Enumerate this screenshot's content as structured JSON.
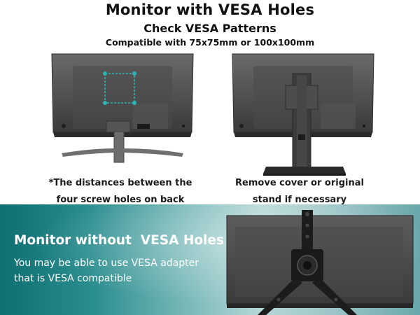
{
  "header": {
    "title": "Monitor with VESA Holes",
    "subtitle": "Check VESA Patterns",
    "compatibility": "Compatible with 75x75mm or 100x100mm"
  },
  "left_monitor": {
    "caption_line1": "*The distances between the",
    "caption_line2": "four screw holes on back"
  },
  "right_monitor": {
    "caption_line1": "Remove cover or original",
    "caption_line2": "stand if necessary"
  },
  "bottom": {
    "title": "Monitor without  VESA Holes",
    "text_line1": "You may be able to use VESA adapter",
    "text_line2": "that is VESA compatible"
  },
  "colors": {
    "vesa_pattern": "#2bb5b5",
    "panel_dark": "#0f6f72"
  }
}
